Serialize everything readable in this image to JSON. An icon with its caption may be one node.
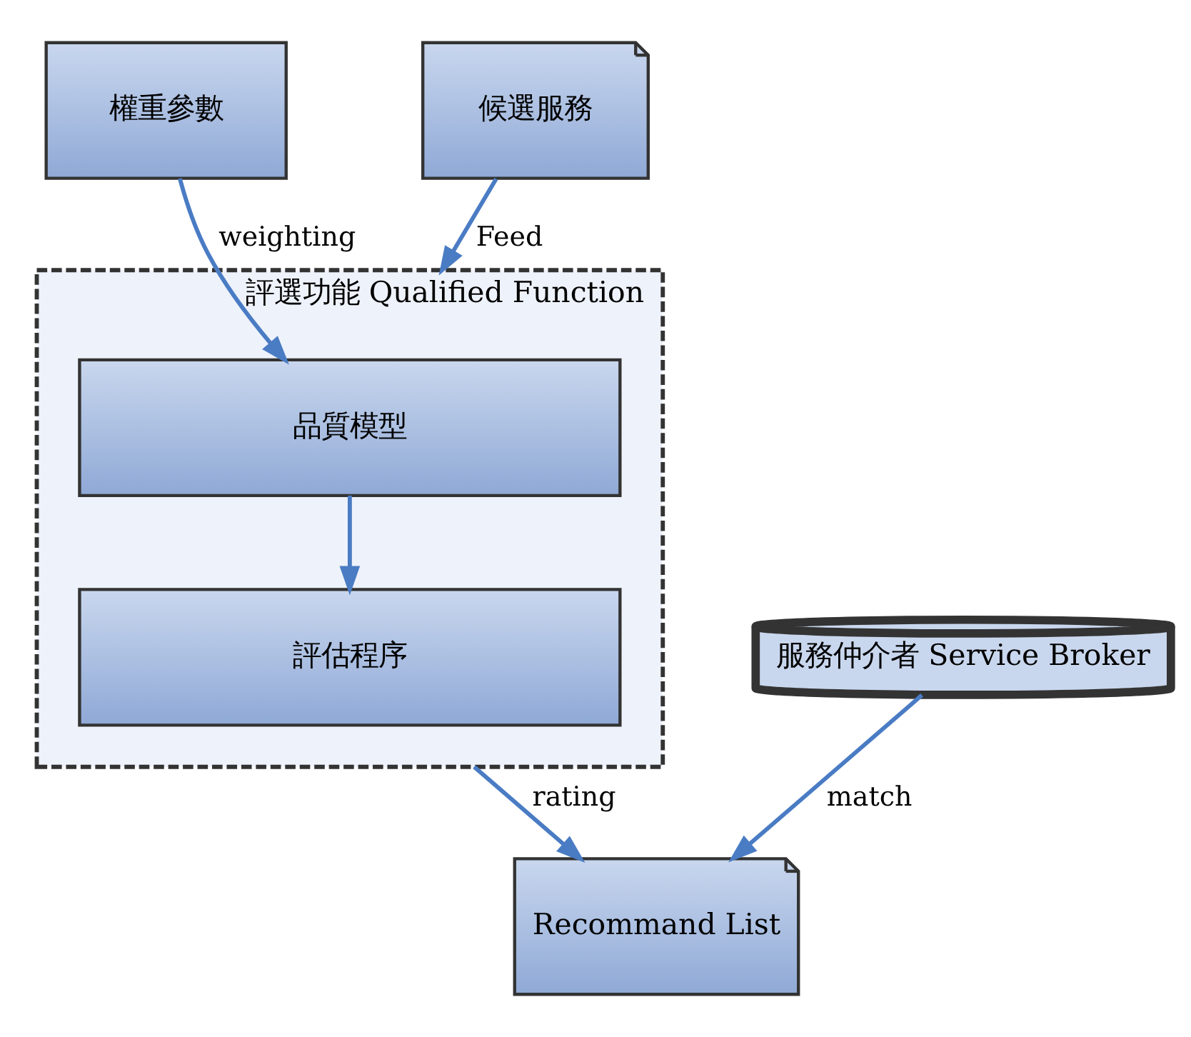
{
  "diagram": {
    "nodes": [
      {
        "text": [
          "候選服務"
        ]
      },
      {
        "text": [
          "評選功能 Qualified Function"
        ]
      },
      {
        "text": [
          "權重參數"
        ]
      },
      {
        "text": [
          "品質模型"
        ],
        "in": 1
      },
      {
        "text": [
          "評估程序"
        ],
        "in": 1
      },
      {
        "text": [
          "服務仲介者 Service Broker"
        ]
      },
      {
        "text": [
          "Recommand List"
        ]
      }
    ],
    "edges": [
      {
        "from": 0,
        "to": 1,
        "arrow": "to",
        "label": "Feed"
      },
      {
        "from": 2,
        "to": 3,
        "arrow": "to",
        "label": "weighting"
      },
      {
        "from": 3,
        "to": 4,
        "arrow": "to"
      },
      {
        "from": 1,
        "to": 6,
        "arrow": "to",
        "label": "rating"
      },
      {
        "from": 5,
        "to": 6,
        "arrow": "to",
        "label": "match"
      }
    ]
  }
}
